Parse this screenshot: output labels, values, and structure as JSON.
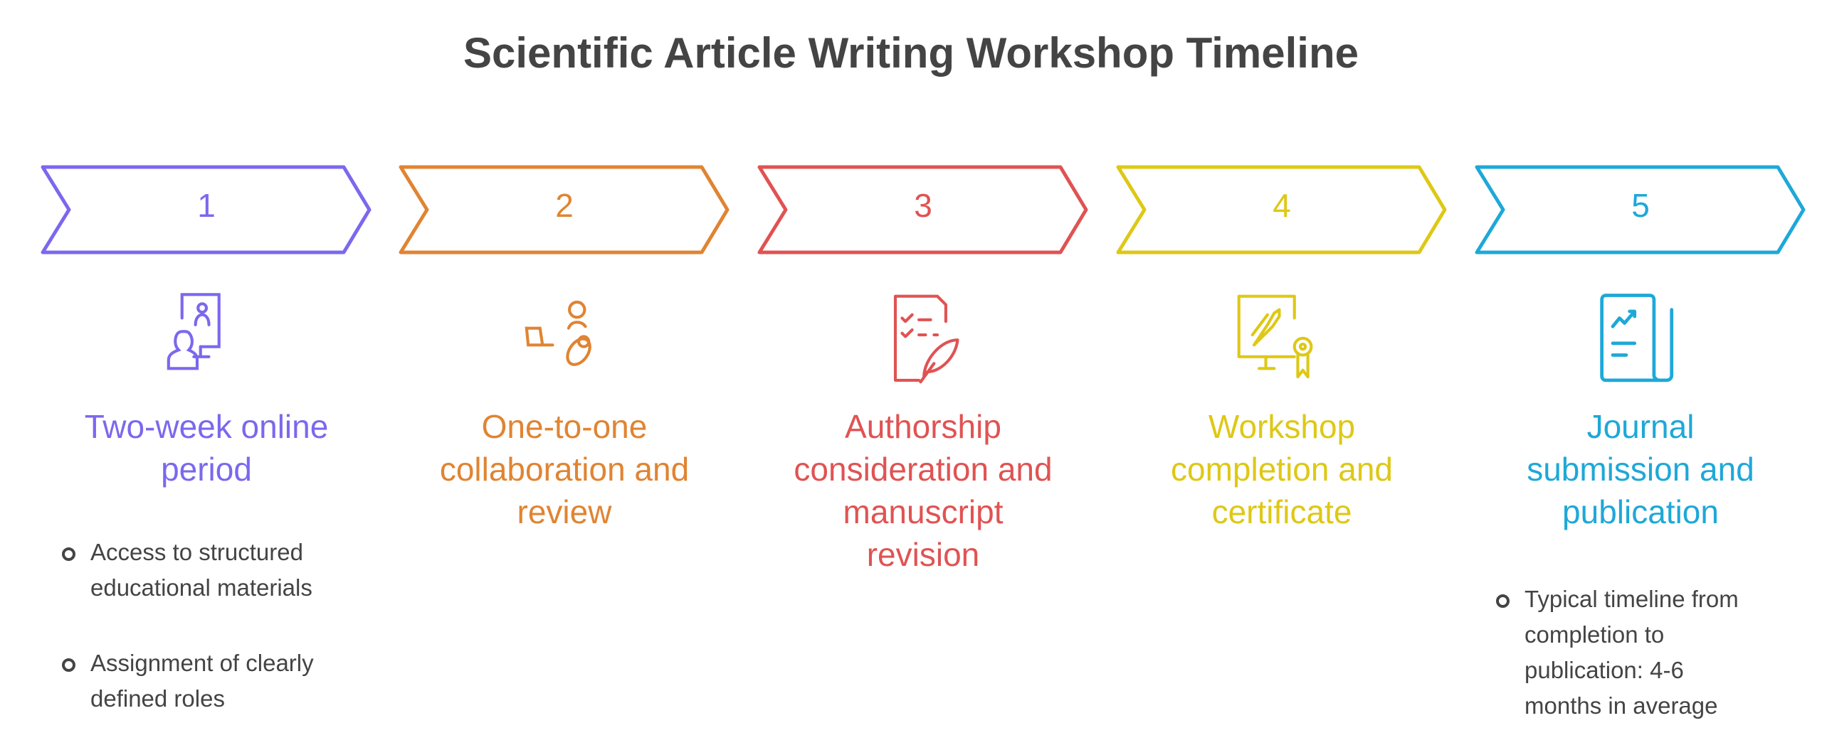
{
  "title": "Scientific Article Writing Workshop Timeline",
  "steps": [
    {
      "number": "1",
      "label": "Two-week online period",
      "color": "#7B68EE",
      "icon": "online-presentation-icon",
      "bullets": [
        "Access to structured educational materials",
        "Assignment of clearly defined roles"
      ]
    },
    {
      "number": "2",
      "label": "One-to-one collaboration and review",
      "color": "#E08432",
      "icon": "collaboration-icon",
      "bullets": []
    },
    {
      "number": "3",
      "label": "Authorship consideration and manuscript revision",
      "color": "#E05353",
      "icon": "document-edit-icon",
      "bullets": []
    },
    {
      "number": "4",
      "label": "Workshop completion and certificate",
      "color": "#DEC815",
      "icon": "certificate-icon",
      "bullets": []
    },
    {
      "number": "5",
      "label": "Journal submission and publication",
      "color": "#1EA8D8",
      "icon": "journal-publication-icon",
      "bullets": [
        "Typical timeline from completion to publication: 4-6 months in average"
      ]
    }
  ]
}
